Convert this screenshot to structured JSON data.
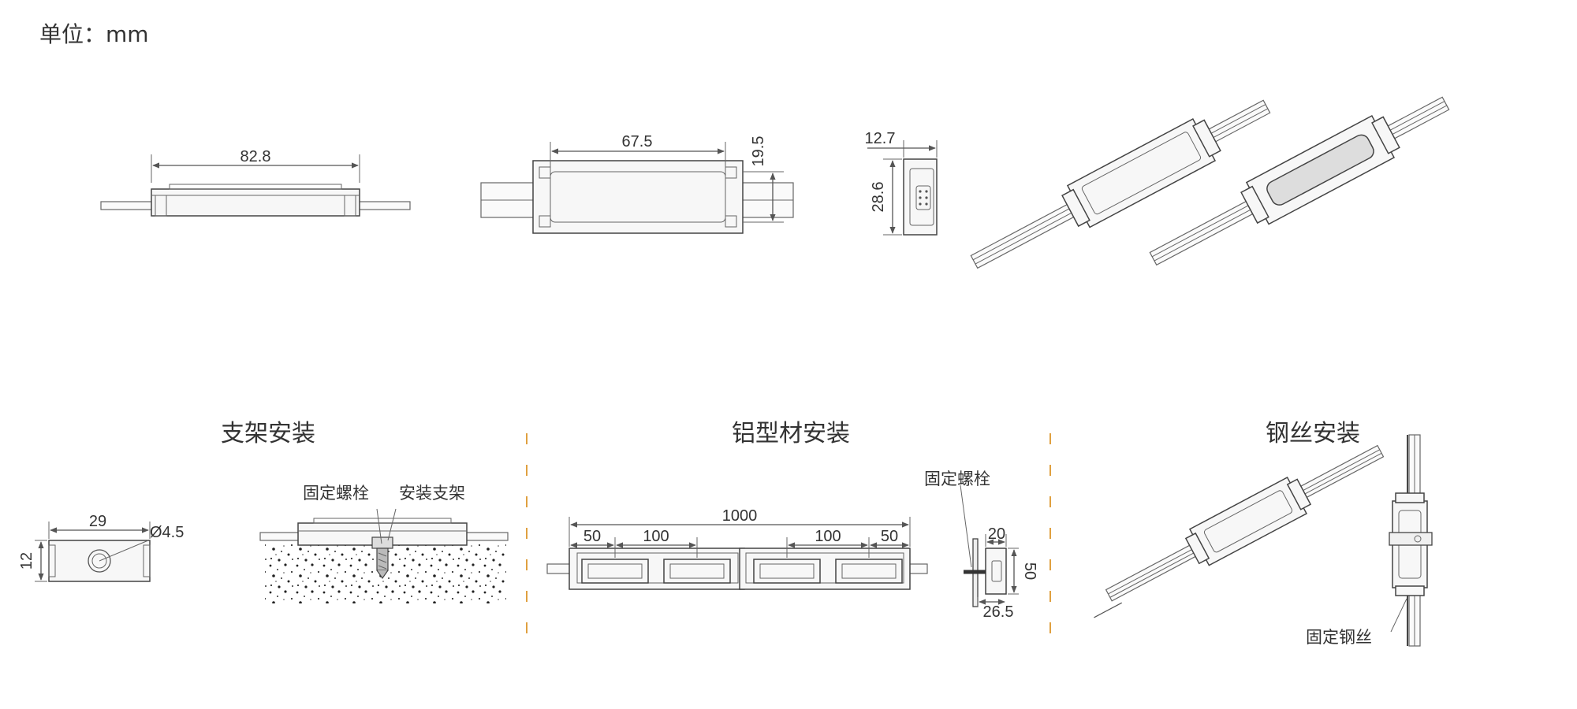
{
  "unit_label": "单位：mm",
  "views": {
    "side": {
      "length": "82.8"
    },
    "top": {
      "length": "67.5",
      "height": "19.5"
    },
    "end": {
      "width": "12.7",
      "height": "28.6"
    }
  },
  "sections": {
    "bracket": {
      "title": "支架安装",
      "bracket_width": "29",
      "bracket_height": "12",
      "hole": "Ø4.5",
      "bolt_label": "固定螺栓",
      "bracket_label": "安装支架"
    },
    "profile": {
      "title": "铝型材安装",
      "total": "1000",
      "end_gap_left": "50",
      "pitch_left": "100",
      "pitch_right": "100",
      "end_gap_right": "50",
      "bolt_label": "固定螺栓",
      "side_top": "20",
      "side_height": "50",
      "side_bottom": "26.5"
    },
    "wire": {
      "title": "钢丝安装",
      "wire_label": "固定钢丝"
    }
  },
  "colors": {
    "separator": "#e0a040",
    "line": "#555555"
  }
}
